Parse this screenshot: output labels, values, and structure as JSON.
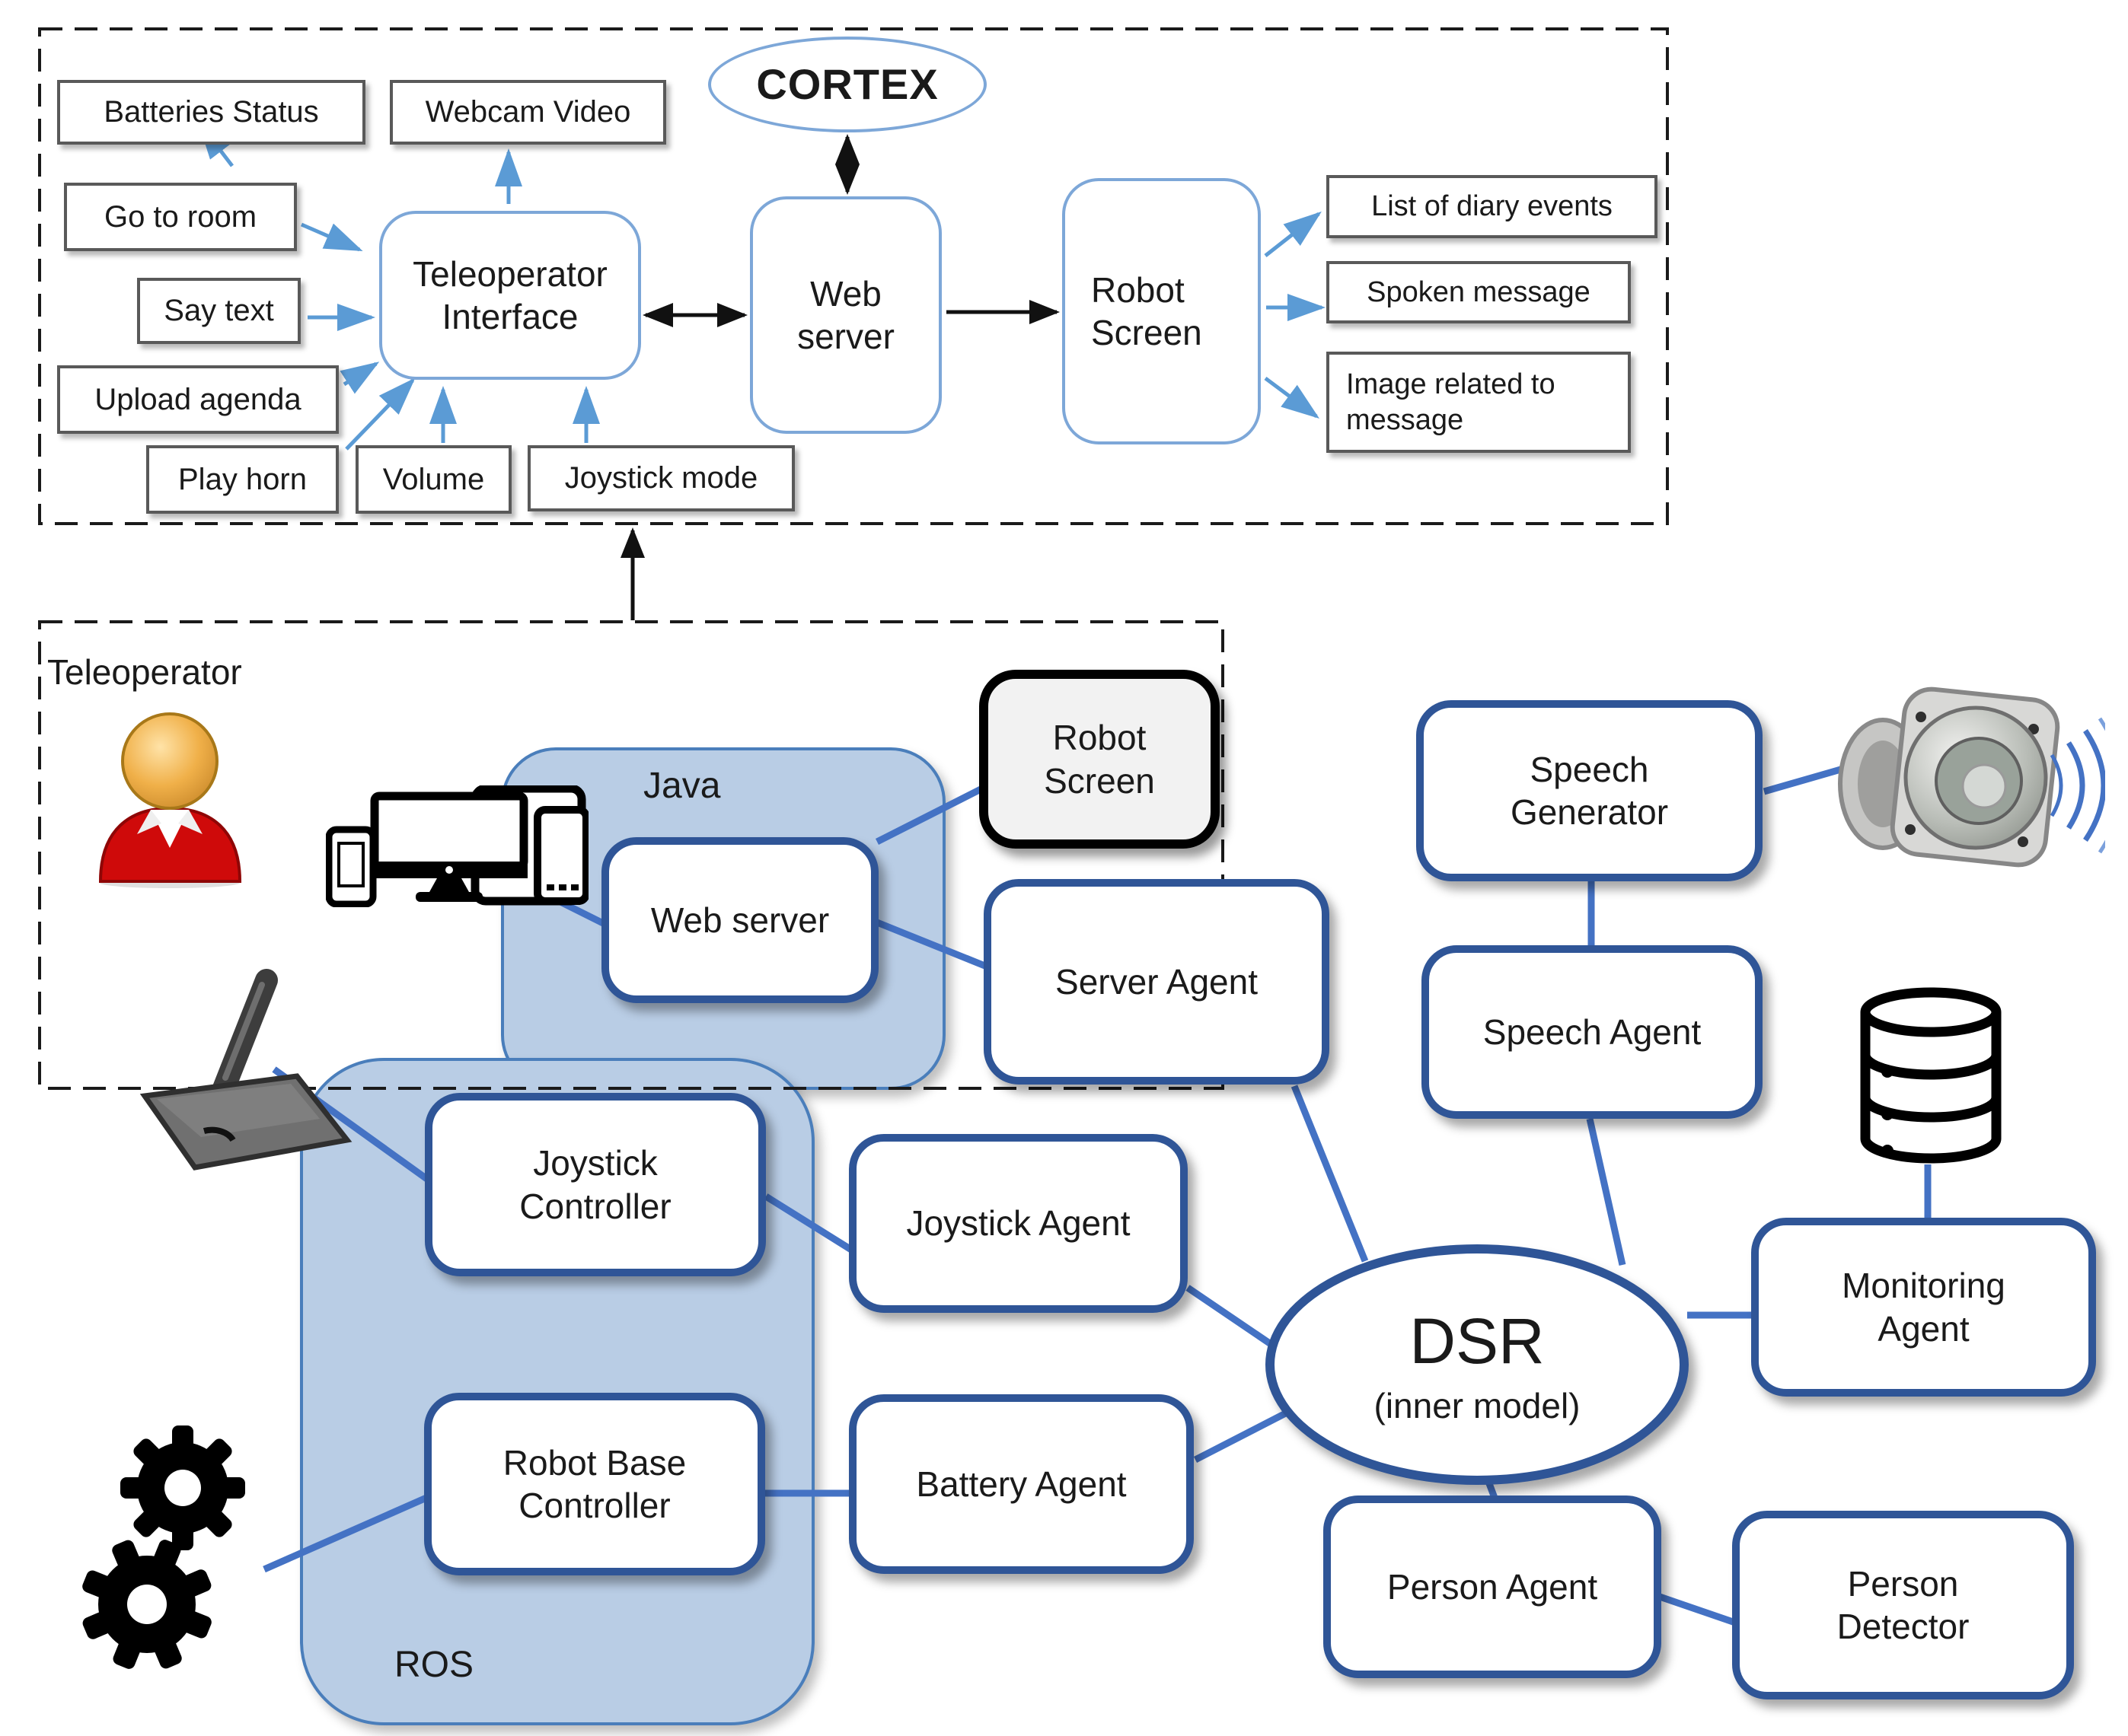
{
  "colors": {
    "connector_blue": "#4472c4",
    "arrow_light_blue": "#5b9bd5",
    "panel_fill_blue": "#b9cde5",
    "box_border_dark_blue": "#2f5597",
    "thin_border_blue": "#7da7d8",
    "label_border_gray": "#595959",
    "robot_screen_fill": "#f2f2f2",
    "arrow_black": "#111111"
  },
  "top_panel": {
    "batteries_status": "Batteries Status",
    "webcam_video": "Webcam Video",
    "go_to_room": "Go to room",
    "say_text": "Say text",
    "upload_agenda": "Upload agenda",
    "play_horn": "Play horn",
    "volume": "Volume",
    "joystick_mode": "Joystick mode",
    "teleoperator_interface": "Teleoperator Interface",
    "cortex": "CORTEX",
    "web_server": "Web server",
    "robot_screen": "Robot Screen",
    "list_of_diary_events": "List of diary events",
    "spoken_message": "Spoken message",
    "image_related_to_message": "Image related to message"
  },
  "teleoperator_panel": {
    "label": "Teleoperator",
    "java_label": "Java",
    "web_server": "Web server",
    "robot_screen": "Robot Screen",
    "server_agent": "Server Agent"
  },
  "robot_section": {
    "ros_label": "ROS",
    "joystick_controller": "Joystick Controller",
    "robot_base_controller": "Robot Base Controller",
    "joystick_agent": "Joystick Agent",
    "battery_agent": "Battery Agent",
    "dsr_title": "DSR",
    "dsr_subtitle": "(inner model)",
    "monitoring_agent": "Monitoring Agent",
    "person_agent": "Person Agent",
    "person_detector": "Person Detector",
    "speech_generator": "Speech Generator",
    "speech_agent": "Speech Agent"
  },
  "icons": {
    "person": "teleoperator-person-icon",
    "devices": "devices-icon",
    "joystick": "joystick-icon",
    "gears": "gears-icon",
    "speaker": "speaker-icon",
    "database": "database-icon"
  }
}
